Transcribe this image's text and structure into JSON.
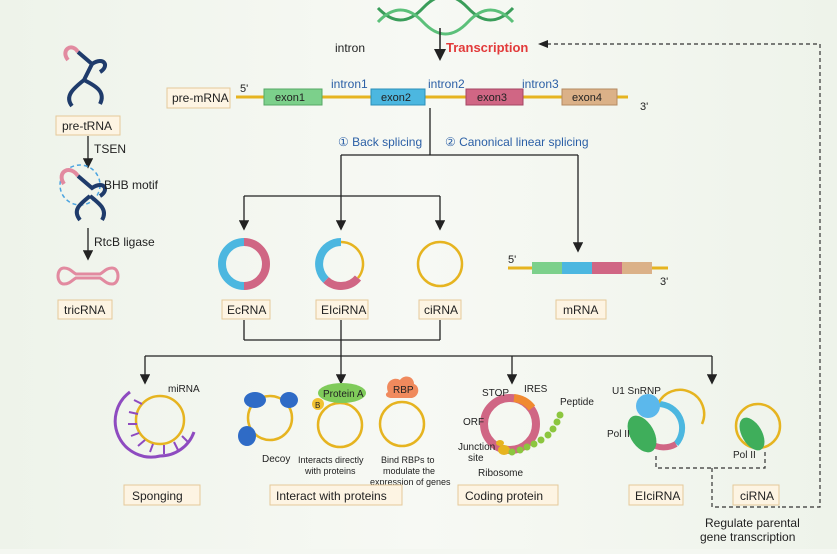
{
  "top": {
    "intron_label": "intron",
    "transcription": "Transcription",
    "pre_mrna": "pre-mRNA",
    "five_prime": "5'",
    "three_prime": "3'",
    "segments": [
      "exon1",
      "intron1",
      "exon2",
      "intron2",
      "exon3",
      "intron3",
      "exon4"
    ],
    "back_splicing": "① Back splicing",
    "canonical_splicing": "② Canonical linear splicing"
  },
  "trna": {
    "pre_trna": "pre-tRNA",
    "tsen": "TSEN",
    "bhb_motif": "BHB motif",
    "rtcb": "RtcB ligase",
    "tricrna": "tricRNA"
  },
  "products": {
    "ecrna": "EcRNA",
    "elcirna": "EIciRNA",
    "cirna": "ciRNA",
    "mrna": "mRNA",
    "mrna_5": "5'",
    "mrna_3": "3'"
  },
  "functions": {
    "mirna": "miRNA",
    "sponging": "Sponging",
    "decoy": "Decoy",
    "protein_a": "Protein A",
    "b_label": "B",
    "interacts_1": "Interacts directly",
    "interacts_2": "with proteins",
    "rbp": "RBP",
    "bind_1": "Bind RBPs to",
    "bind_2": "modulate the",
    "bind_3": "expression of genes",
    "interact_box": "Interact with proteins",
    "stop": "STOP",
    "ires": "IRES",
    "orf": "ORF",
    "peptide": "Peptide",
    "junction_1": "Junction",
    "junction_2": "site",
    "ribosome": "Ribosome",
    "coding_box": "Coding protein",
    "u1": "U1 SnRNP",
    "pol2_a": "Pol II",
    "pol2_b": "Pol II",
    "elcirna_box": "EIciRNA",
    "cirna_box": "ciRNA",
    "regulate_1": "Regulate parental",
    "regulate_2": "gene transcription"
  }
}
